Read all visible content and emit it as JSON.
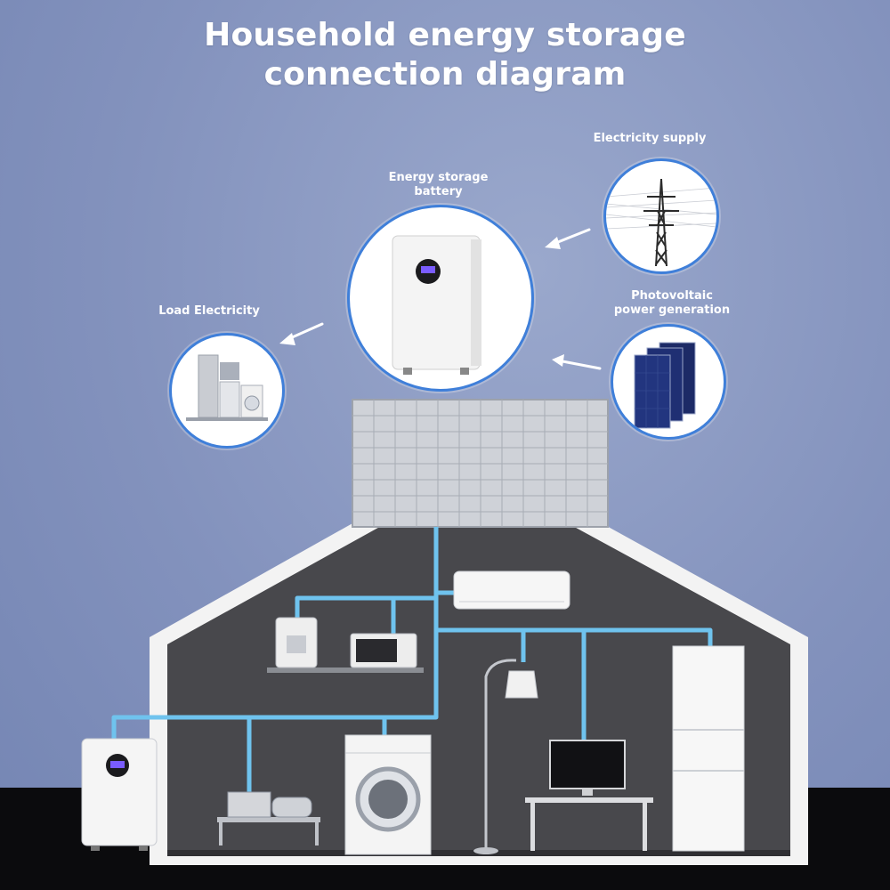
{
  "title": {
    "line1": "Household energy storage",
    "line2": "connection diagram"
  },
  "labels": {
    "electricity_supply": "Electricity supply",
    "energy_storage_battery_line1": "Energy storage",
    "energy_storage_battery_line2": "battery",
    "photovoltaic_line1": "Photovoltaic",
    "photovoltaic_line2": "power generation",
    "load_electricity": "Load Electricity"
  },
  "colors": {
    "background": "#8392bd",
    "circle_border": "#3f7fd9",
    "wire": "#6fc3ee",
    "house_wall": "#4a4a4e",
    "house_outline": "#f2f2f2"
  },
  "icons": [
    "pylon-icon",
    "battery-icon",
    "solar-panel-icon",
    "appliances-icon"
  ]
}
